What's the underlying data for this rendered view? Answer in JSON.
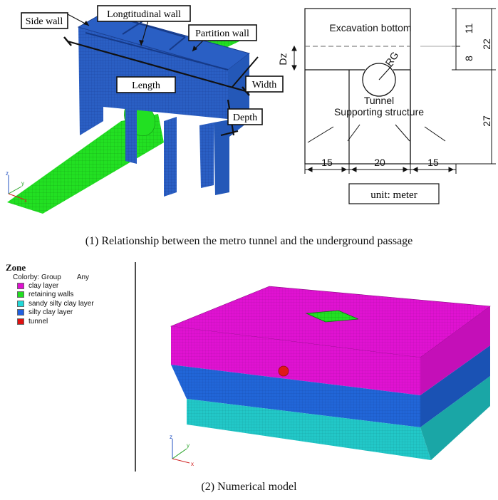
{
  "top_left_labels": {
    "side_wall": "Side wall",
    "longitudinal_wall": "Longtitudinal wall",
    "partition_wall": "Partition wall",
    "length": "Length",
    "width": "Width",
    "depth": "Depth"
  },
  "section": {
    "excavation_bottom": "Excavation bottom",
    "rg": "RG",
    "dz": "Dz",
    "tunnel": "Tunnel",
    "supporting_structure": "Supporting structure",
    "dim_11": "11",
    "dim_8": "8",
    "dim_22": "22",
    "dim_27": "27",
    "dim_15a": "15",
    "dim_20": "20",
    "dim_15b": "15",
    "unit": "unit: meter"
  },
  "caption1": "(1) Relationship between the metro tunnel and the underground passage",
  "caption2": "(2) Numerical model",
  "legend": {
    "title": "Zone",
    "colorby_label": "Colorby: Group",
    "colorby_value": "Any",
    "items": [
      {
        "label": "clay layer",
        "color": "#e010d0"
      },
      {
        "label": "retaining walls",
        "color": "#20dd20"
      },
      {
        "label": "sandy silty clay layer",
        "color": "#20d8d8"
      },
      {
        "label": "silty clay layer",
        "color": "#2060e0"
      },
      {
        "label": "tunnel",
        "color": "#e01010"
      }
    ]
  },
  "axes": {
    "x": "x",
    "y": "y",
    "z": "z"
  },
  "colors": {
    "wall_blue": "#2a5fc4",
    "pipe_green": "#22e022",
    "clay_magenta": "#e012d2",
    "silty_blue": "#2166d8",
    "sandy_cyan": "#22c8c8",
    "tunnel_red": "#e01818"
  }
}
